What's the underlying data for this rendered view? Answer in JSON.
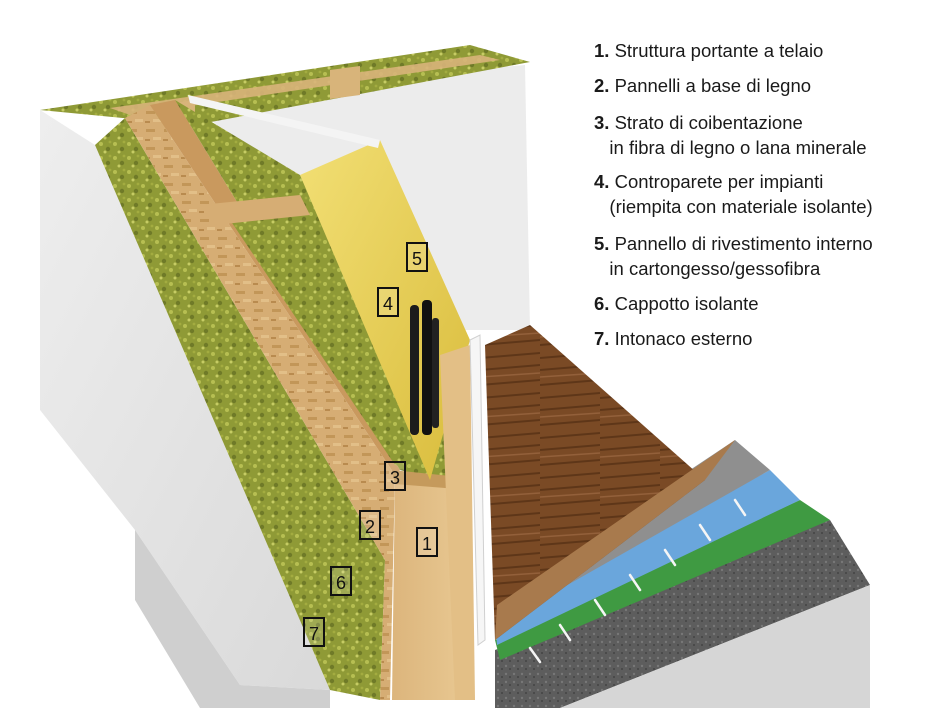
{
  "legend": [
    {
      "num": "1.",
      "text": "Struttura portante a telaio"
    },
    {
      "num": "2.",
      "text": "Pannelli a base di legno"
    },
    {
      "num": "3.",
      "text": "Strato di coibentazione\nin fibra di legno o lana minerale"
    },
    {
      "num": "4.",
      "text": "Controparete per impianti\n(riempita con materiale isolante)"
    },
    {
      "num": "5.",
      "text": "Pannello di rivestimento interno\nin cartongesso/gessofibra"
    },
    {
      "num": "6.",
      "text": "Cappotto isolante"
    },
    {
      "num": "7.",
      "text": "Intonaco esterno"
    }
  ],
  "callouts": [
    "1",
    "2",
    "3",
    "4",
    "5",
    "6",
    "7"
  ]
}
